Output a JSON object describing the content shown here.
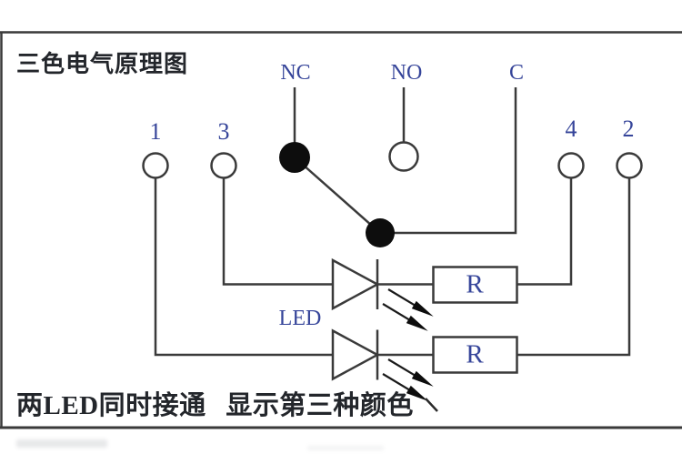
{
  "schematic": {
    "title": "三色电气原理图",
    "caption": "两LED同时接通 显示第三种颜色",
    "contact_labels": {
      "nc": "NC",
      "no": "NO",
      "c": "C"
    },
    "terminal_labels": {
      "t1": "1",
      "t3": "3",
      "t4": "4",
      "t2": "2"
    },
    "component_labels": {
      "led": "LED",
      "r1": "R",
      "r2": "R"
    },
    "colors": {
      "wire": "#3a3a3a",
      "contact_fill": "#0d0d0d",
      "latin_label": "#36459a",
      "cjk_text": "#23262b",
      "background": "#ffffff"
    }
  }
}
